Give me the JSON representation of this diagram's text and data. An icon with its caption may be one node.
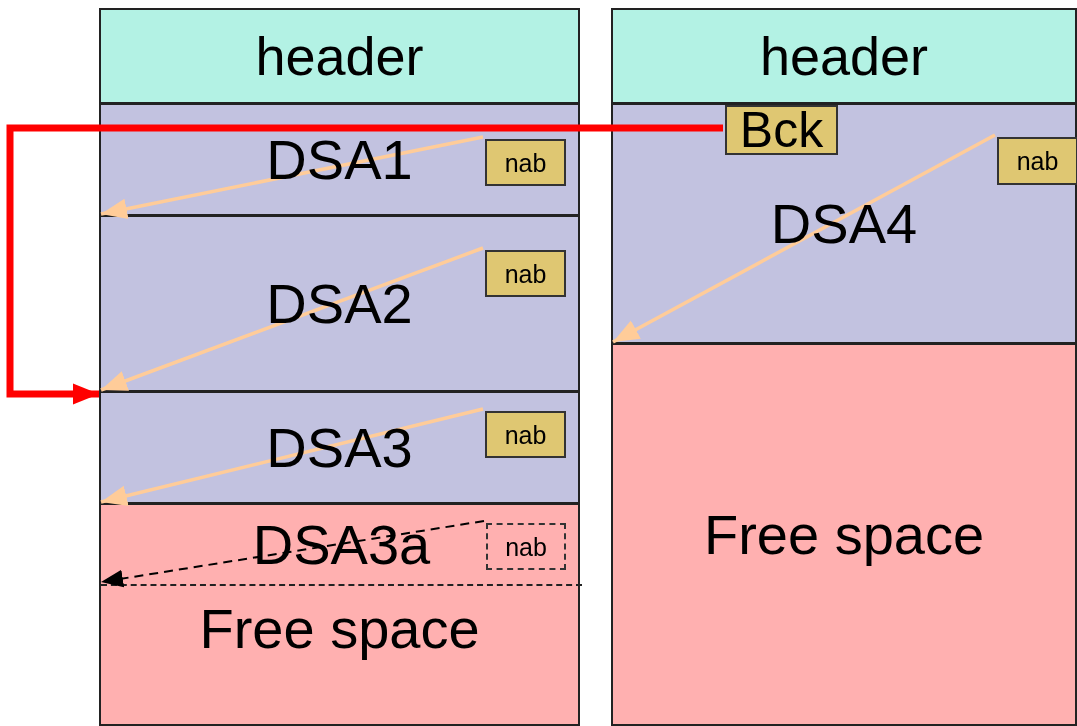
{
  "diagram": {
    "nodes": [
      {
        "text": [
          "header"
        ]
      },
      {
        "text": [
          "DSA1"
        ]
      },
      {
        "text": [
          "nab"
        ],
        "in": 1
      },
      {
        "text": [
          "DSA2"
        ]
      },
      {
        "text": [
          "nab"
        ],
        "in": 3
      },
      {
        "text": [
          "DSA3"
        ]
      },
      {
        "text": [
          "nab"
        ],
        "in": 5
      },
      {
        "text": [
          "Free space"
        ]
      },
      {
        "text": [
          "DSA3a"
        ],
        "in": 7
      },
      {
        "text": [
          "nab"
        ],
        "in": 8
      },
      {
        "text": [
          "header"
        ]
      },
      {
        "text": [
          "DSA4"
        ]
      },
      {
        "text": [
          "Bck"
        ],
        "in": 11
      },
      {
        "text": [
          "nab"
        ],
        "in": 11
      },
      {
        "text": [
          "Free space"
        ]
      }
    ],
    "edges": [
      {
        "from": 2,
        "to": 3,
        "arrow": "to"
      },
      {
        "from": 4,
        "to": 5,
        "arrow": "to"
      },
      {
        "from": 6,
        "to": 7,
        "arrow": "to"
      },
      {
        "from": 9,
        "to": 7,
        "arrow": "to",
        "style": "dashed",
        "color": "#000000"
      },
      {
        "from": 12,
        "to": 5,
        "arrow": "to",
        "style": "thick",
        "color": "#ff0000"
      },
      {
        "from": 13,
        "to": 14,
        "arrow": "to"
      }
    ]
  }
}
